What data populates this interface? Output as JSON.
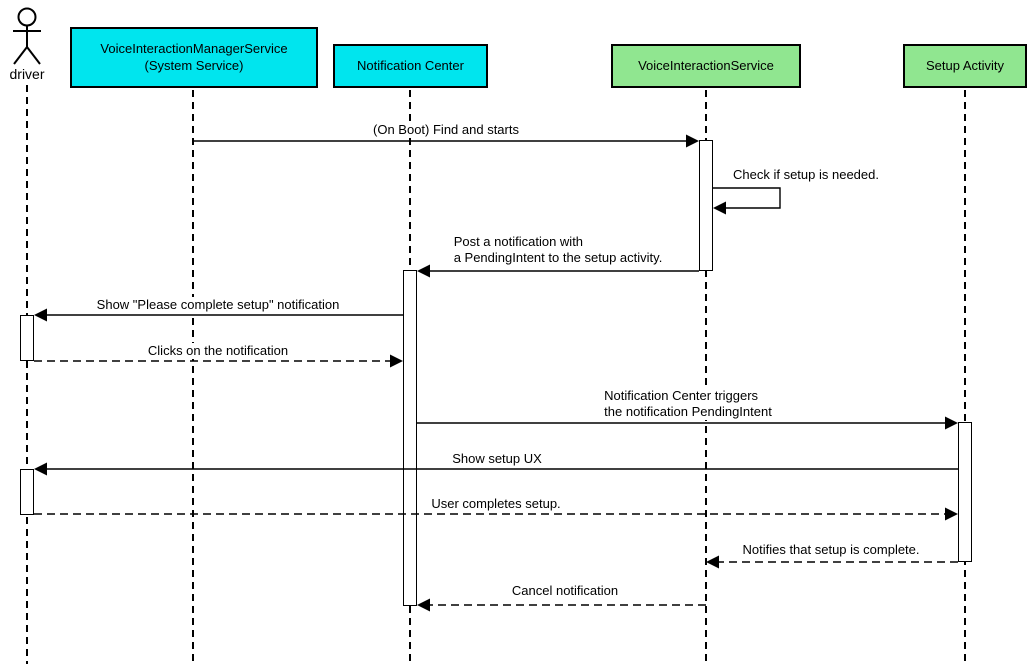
{
  "diagram": {
    "type": "sequence-diagram",
    "colors": {
      "cyan_fill": "#00E5EE",
      "green_fill": "#90E690",
      "line": "#000000",
      "background": "#FFFFFF"
    },
    "actor": {
      "label": "driver"
    },
    "participants": [
      {
        "label": "VoiceInteractionManagerService\n(System Service)",
        "fill": "#00E5EE"
      },
      {
        "label": "Notification Center",
        "fill": "#00E5EE"
      },
      {
        "label": "VoiceInteractionService",
        "fill": "#90E690"
      },
      {
        "label": "Setup Activity",
        "fill": "#90E690"
      }
    ],
    "messages": [
      {
        "label": "(On Boot) Find and starts",
        "from": "VoiceInteractionManagerService (System Service)",
        "to": "VoiceInteractionService",
        "style": "solid"
      },
      {
        "label": "Check if setup is needed.",
        "from": "VoiceInteractionService",
        "to": "VoiceInteractionService",
        "style": "self"
      },
      {
        "label": "Post a notification with\na PendingIntent to the setup activity.",
        "from": "VoiceInteractionService",
        "to": "Notification Center",
        "style": "solid"
      },
      {
        "label": "Show \"Please complete setup\" notification",
        "from": "Notification Center",
        "to": "driver",
        "style": "solid"
      },
      {
        "label": "Clicks on the notification",
        "from": "driver",
        "to": "Notification Center",
        "style": "dashed"
      },
      {
        "label": "Notification Center triggers\nthe notification PendingIntent",
        "from": "Notification Center",
        "to": "Setup Activity",
        "style": "solid"
      },
      {
        "label": "Show setup UX",
        "from": "Setup Activity",
        "to": "driver",
        "style": "solid"
      },
      {
        "label": "User completes setup.",
        "from": "driver",
        "to": "Setup Activity",
        "style": "dashed"
      },
      {
        "label": "Notifies that setup is complete.",
        "from": "Setup Activity",
        "to": "VoiceInteractionService",
        "style": "dashed"
      },
      {
        "label": "Cancel notification",
        "from": "VoiceInteractionService",
        "to": "Notification Center",
        "style": "dashed"
      }
    ]
  }
}
